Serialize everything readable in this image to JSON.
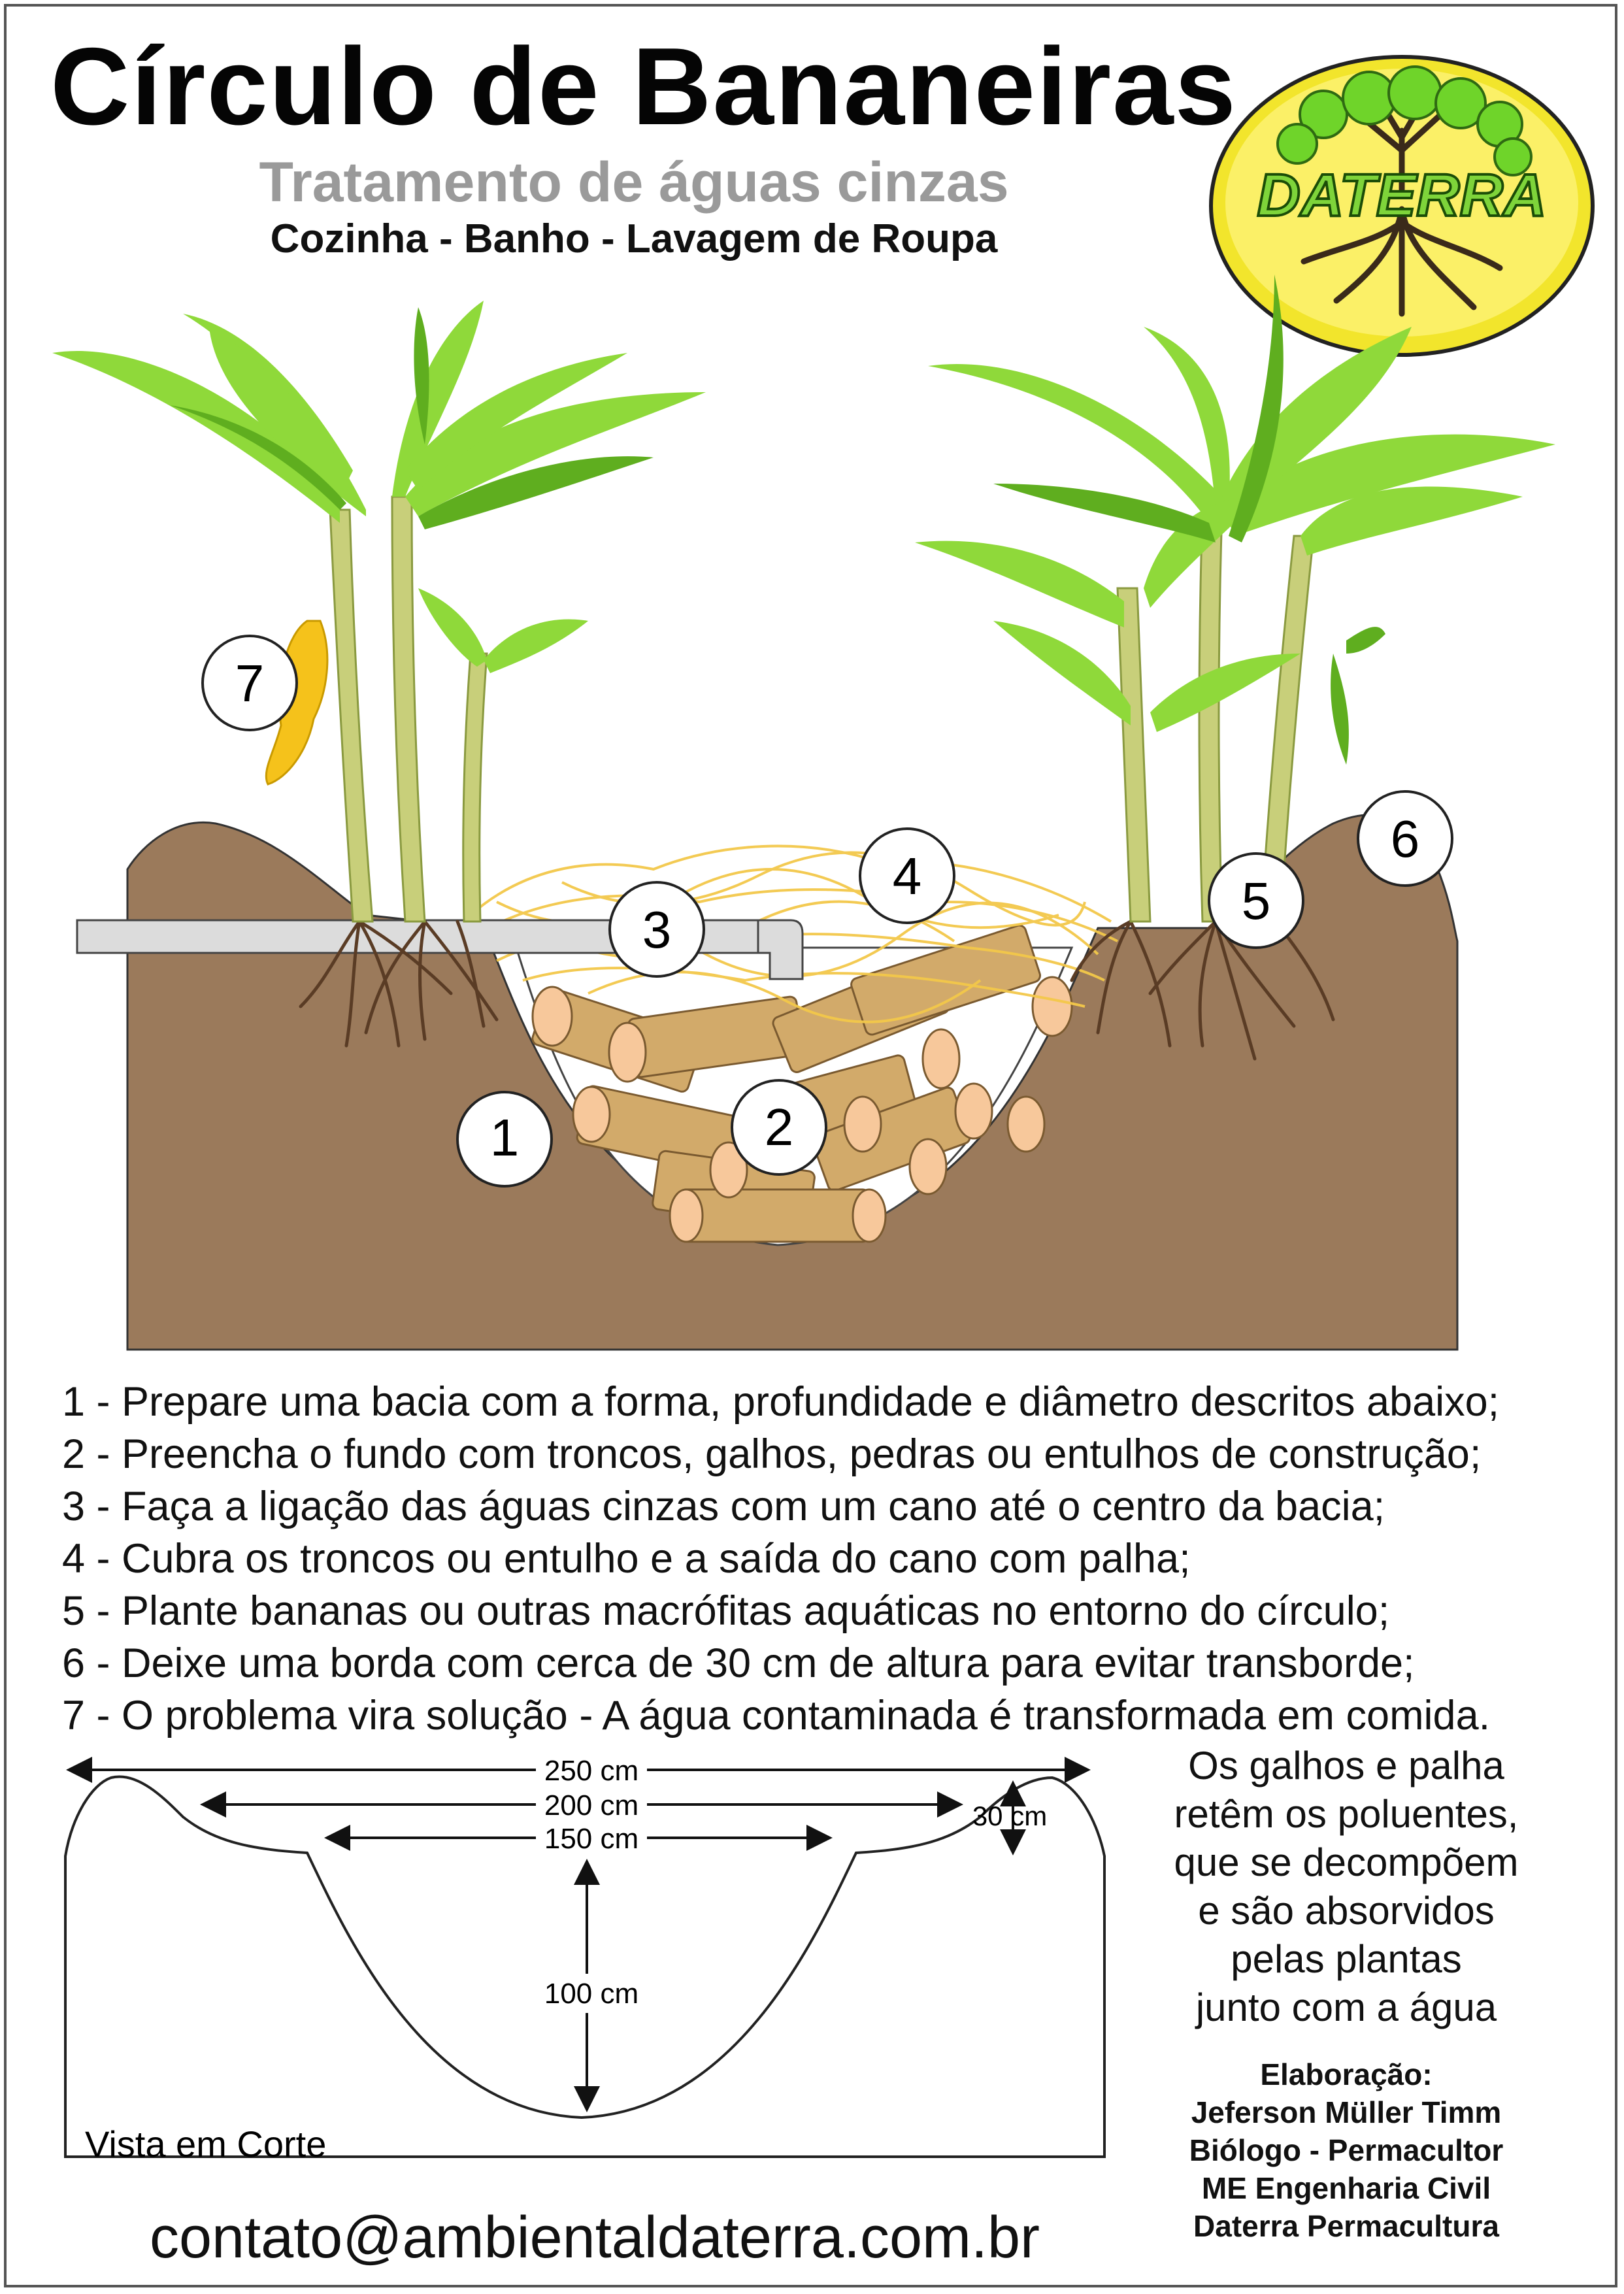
{
  "title": "Círculo de Bananeiras",
  "subtitle": "Tratamento de águas cinzas",
  "subtitle2": "Cozinha - Banho - Lavagem de Roupa",
  "logo": {
    "text": "DATERRA",
    "icon": "tree-roots-icon"
  },
  "markers": [
    "1",
    "2",
    "3",
    "4",
    "5",
    "6",
    "7"
  ],
  "steps": [
    "1 - Prepare uma bacia com a forma, profundidade e diâmetro descritos abaixo;",
    "2 - Preencha o fundo com troncos, galhos, pedras ou entulhos de construção;",
    "3 - Faça a ligação das águas cinzas com um cano até o centro da bacia;",
    "4 - Cubra os troncos ou entulho e a saída do cano com palha;",
    "5 - Plante bananas ou outras macrófitas aquáticas no entorno do círculo;",
    "6 - Deixe uma borda com cerca de 30 cm de altura para evitar transborde;",
    "7 - O problema vira solução - A água contaminada é transformada em comida."
  ],
  "section": {
    "label": "Vista em Corte",
    "dim_250": "250 cm",
    "dim_200": "200 cm",
    "dim_150": "150 cm",
    "dim_100": "100 cm",
    "dim_30": "30 cm"
  },
  "side_note": [
    "Os galhos e palha",
    "retêm os poluentes,",
    "que se decompõem",
    "e são absorvidos",
    "pelas plantas",
    "junto com a água"
  ],
  "credits": [
    "Elaboração:",
    "Jeferson Müller Timm",
    "Biólogo - Permacultor",
    "ME Engenharia Civil",
    "Daterra Permacultura"
  ],
  "contact": "contato@ambientaldaterra.com.br",
  "colors": {
    "soil": "#9b7a5b",
    "leaf": "#8fd93a",
    "leaf_dark": "#5fae1f",
    "stem": "#c8cf7a",
    "straw": "#f3c84a",
    "log": "#d2aa6a",
    "log_end": "#f7c89b",
    "pipe": "#dcdcdc",
    "banana": "#f5c21b"
  }
}
